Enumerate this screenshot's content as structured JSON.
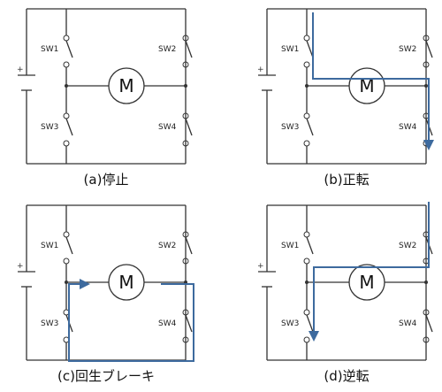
{
  "labels": {
    "sw1": "SW1",
    "sw2": "SW2",
    "sw3": "SW3",
    "sw4": "SW4",
    "motor": "M",
    "plus": "+"
  },
  "captions": {
    "a": "(a)停止",
    "b": "(b)正転",
    "c": "(c)回生ブレーキ",
    "d": "(d)逆転"
  },
  "colors": {
    "wire": "#333333",
    "current_flow": "#3d6a9e"
  },
  "panels": [
    {
      "id": "a",
      "closed_switches": []
    },
    {
      "id": "b",
      "closed_switches": [
        "SW1",
        "SW4"
      ]
    },
    {
      "id": "c",
      "closed_switches": [
        "SW3",
        "SW4"
      ]
    },
    {
      "id": "d",
      "closed_switches": [
        "SW2",
        "SW3"
      ]
    }
  ]
}
